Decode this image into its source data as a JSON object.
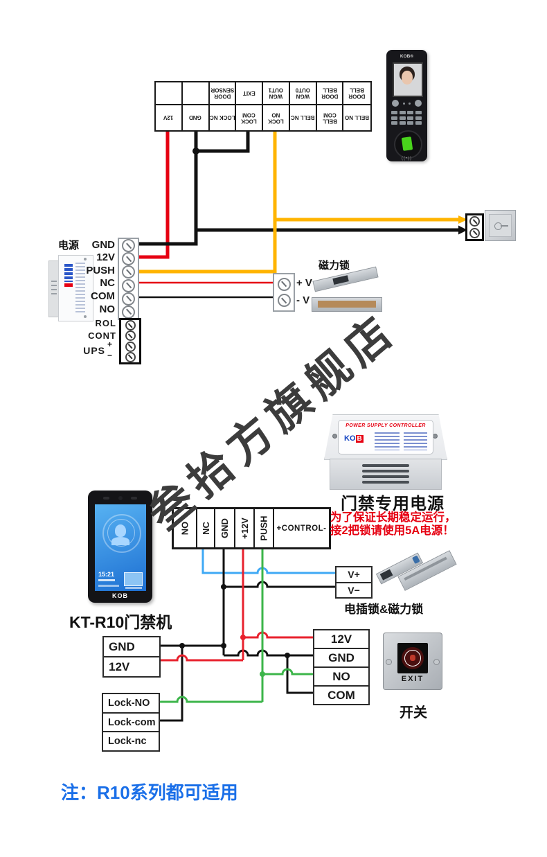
{
  "colors": {
    "wire_red": "#e60012",
    "wire_black": "#111111",
    "wire_yellow": "#ffb400",
    "wire_blue": "#3fa9f5",
    "wire_green": "#3cb54a",
    "note_blue": "#1a6fe8",
    "warning_red": "#e60012"
  },
  "top_block": {
    "row1": [
      "",
      "",
      "DOOR SENSOR",
      "EXIT",
      "WGN OUT1",
      "WGN OUT0",
      "DOOR BELL",
      "DOOR BELL"
    ],
    "row2": [
      "12V",
      "GND",
      "LOCK NC",
      "LOCK COM",
      "LOCK NO",
      "BELL NC",
      "BELL COM",
      "BELL NO"
    ]
  },
  "reader": {
    "brand": "KOB®",
    "speaker_glyph": "((•))"
  },
  "power_supply": {
    "label": "电源"
  },
  "left_strip": {
    "labels": [
      "GND",
      "12V",
      "PUSH",
      "NC",
      "COM",
      "NO"
    ]
  },
  "aux_strip": {
    "rol": "ROL",
    "cont": "CONT",
    "ups": "UPS",
    "plus": "+",
    "minus": "−"
  },
  "maglock_top": {
    "label": "磁力锁",
    "plus": "+ V",
    "minus": "- V"
  },
  "watermark": {
    "text": "叁拾方旗舰店"
  },
  "bottom": {
    "strip": [
      "NO",
      "NC",
      "GND",
      "+12V",
      "PUSH",
      "+CONTROL-"
    ],
    "controller": {
      "panel_title": "POWER SUPPLY CONTROLLER",
      "logo_ko": "KO",
      "logo_b": "B",
      "title": "门禁专用电源",
      "warning1": "为了保证长期稳定运行，",
      "warning2": "接2把锁请使用5A电源！"
    },
    "v_block": [
      "V+",
      "V−"
    ],
    "locks_label": "电插锁&磁力锁",
    "right_block": [
      "12V",
      "GND",
      "NO",
      "COM"
    ],
    "exit_button": {
      "label": "EXIT",
      "caption": "开关"
    },
    "device": {
      "name": "KT-R10门禁机",
      "brand": "KOB",
      "time": "15:21"
    },
    "left_box": [
      "GND",
      "12V"
    ],
    "lock_box": [
      "Lock-NO",
      "Lock-com",
      "Lock-nc"
    ]
  },
  "note": {
    "text": "注：R10系列都可适用"
  }
}
